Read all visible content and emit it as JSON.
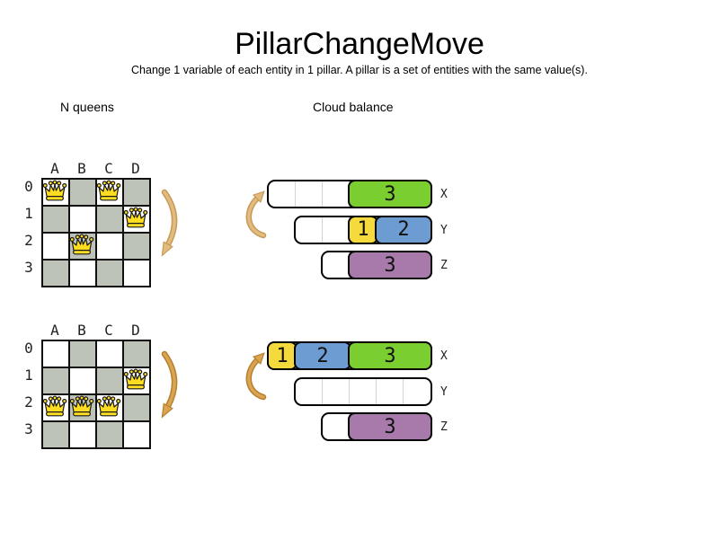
{
  "title": "PillarChangeMove",
  "subtitle": "Change 1 variable of each entity in 1 pillar. A pillar is a set of entities with the same value(s).",
  "sections": {
    "left": "N queens",
    "right": "Cloud balance"
  },
  "colors": {
    "green": "#7bce30",
    "yellow": "#f4da3d",
    "blue": "#6c9cd1",
    "purple": "#a879ab",
    "boardGray": "#bec3ba",
    "queenYellow": "#ffdd20",
    "arrowBeforeFill": "#e2bb80",
    "arrowBeforeStroke": "#c79a55",
    "arrowAfterFill": "#dba452",
    "arrowAfterStroke": "#b5812f"
  },
  "boards": [
    {
      "state": "before",
      "columns": [
        "A",
        "B",
        "C",
        "D"
      ],
      "rows": [
        "0",
        "1",
        "2",
        "3"
      ],
      "queens": [
        {
          "col": "A",
          "row": 0
        },
        {
          "col": "C",
          "row": 0
        },
        {
          "col": "D",
          "row": 1
        },
        {
          "col": "B",
          "row": 2
        }
      ]
    },
    {
      "state": "after",
      "columns": [
        "A",
        "B",
        "C",
        "D"
      ],
      "rows": [
        "0",
        "1",
        "2",
        "3"
      ],
      "queens": [
        {
          "col": "D",
          "row": 1
        },
        {
          "col": "A",
          "row": 2
        },
        {
          "col": "B",
          "row": 2
        },
        {
          "col": "C",
          "row": 2
        }
      ]
    }
  ],
  "cloud": [
    {
      "state": "before",
      "computers": [
        {
          "label": "X",
          "capacity": 6,
          "segments": [
            {
              "value": "3",
              "color": "green",
              "units": 3
            }
          ]
        },
        {
          "label": "Y",
          "capacity": 5,
          "segments": [
            {
              "value": "1",
              "color": "yellow",
              "units": 1
            },
            {
              "value": "2",
              "color": "blue",
              "units": 2
            }
          ]
        },
        {
          "label": "Z",
          "capacity": 4,
          "segments": [
            {
              "value": "3",
              "color": "purple",
              "units": 3
            }
          ]
        }
      ]
    },
    {
      "state": "after",
      "computers": [
        {
          "label": "X",
          "capacity": 6,
          "segments": [
            {
              "value": "1",
              "color": "yellow",
              "units": 1
            },
            {
              "value": "2",
              "color": "blue",
              "units": 2
            },
            {
              "value": "3",
              "color": "green",
              "units": 3
            }
          ]
        },
        {
          "label": "Y",
          "capacity": 5,
          "segments": []
        },
        {
          "label": "Z",
          "capacity": 4,
          "segments": [
            {
              "value": "3",
              "color": "purple",
              "units": 3
            }
          ]
        }
      ]
    }
  ]
}
